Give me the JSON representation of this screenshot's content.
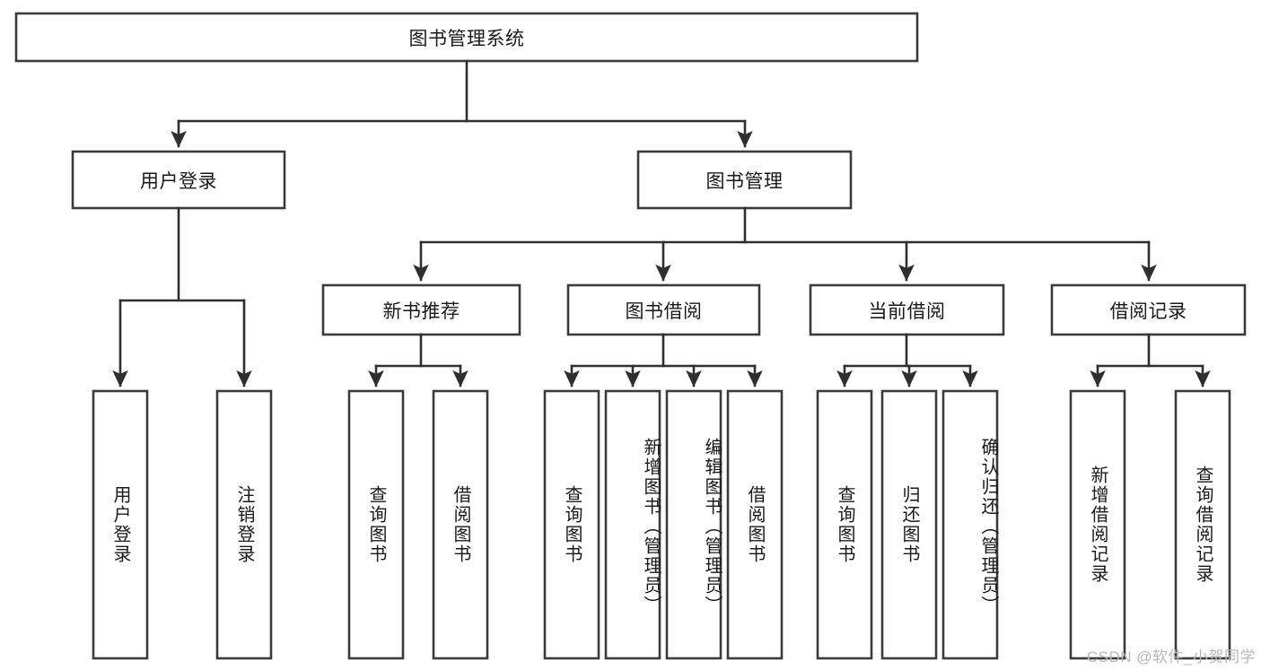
{
  "diagram": {
    "title": "图书管理系统",
    "type": "tree-hierarchy-diagram",
    "colors": {
      "box_stroke": "#3b3b3b",
      "box_fill": "#ffffff",
      "connector": "#2f2f2f",
      "text": "#1a1a1a",
      "watermark": "#b9b9b9",
      "background": "#ffffff"
    },
    "root": {
      "label": "图书管理系统"
    },
    "level2": [
      {
        "label": "用户登录"
      },
      {
        "label": "图书管理"
      }
    ],
    "level3": [
      {
        "label": "新书推荐"
      },
      {
        "label": "图书借阅"
      },
      {
        "label": "当前借阅"
      },
      {
        "label": "借阅记录"
      }
    ],
    "leaves": {
      "user_login": [
        {
          "label": "用户登录"
        },
        {
          "label": "注销登录"
        }
      ],
      "new_book_recommend": [
        {
          "label": "查询图书"
        },
        {
          "label": "借阅图书"
        }
      ],
      "book_borrow": [
        {
          "label": "查询图书"
        },
        {
          "label": "新增图书（管理员）"
        },
        {
          "label": "编辑图书（管理员）"
        },
        {
          "label": "借阅图书"
        }
      ],
      "current_borrow": [
        {
          "label": "查询图书"
        },
        {
          "label": "归还图书"
        },
        {
          "label": "确认归还（管理员）"
        }
      ],
      "borrow_records": [
        {
          "label": "新增借阅记录"
        },
        {
          "label": "查询借阅记录"
        }
      ]
    }
  },
  "watermark": {
    "text": "CSDN @软件_小贺同学"
  }
}
